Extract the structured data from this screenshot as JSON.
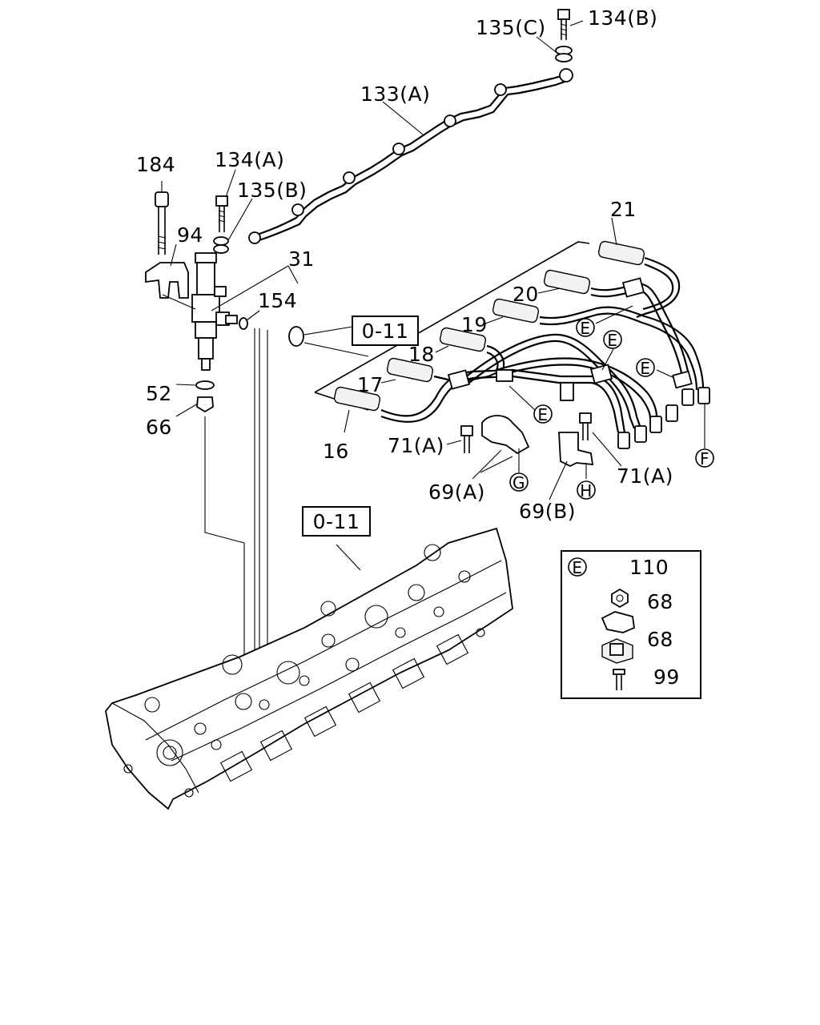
{
  "callouts": {
    "p134b": "134(B)",
    "p135c": "135(C)",
    "p133a": "133(A)",
    "p184": "184",
    "p134a": "134(A)",
    "p135b": "135(B)",
    "p94": "94",
    "p31": "31",
    "p154": "154",
    "p52": "52",
    "p66": "66",
    "p21": "21",
    "p20": "20",
    "p19": "19",
    "p18": "18",
    "p17": "17",
    "p16": "16",
    "p71a_left": "71(A)",
    "p71a_right": "71(A)",
    "p69a": "69(A)",
    "p69b": "69(B)",
    "ref_top": "0-11",
    "ref_bottom": "0-11"
  },
  "circle_markers": {
    "e1": "E",
    "e2": "E",
    "e3": "E",
    "e4": "E",
    "f": "F",
    "g": "G",
    "h": "H"
  },
  "detail_e": {
    "marker": "E",
    "p110": "110",
    "p68_top": "68",
    "p68_bottom": "68",
    "p99": "99"
  }
}
